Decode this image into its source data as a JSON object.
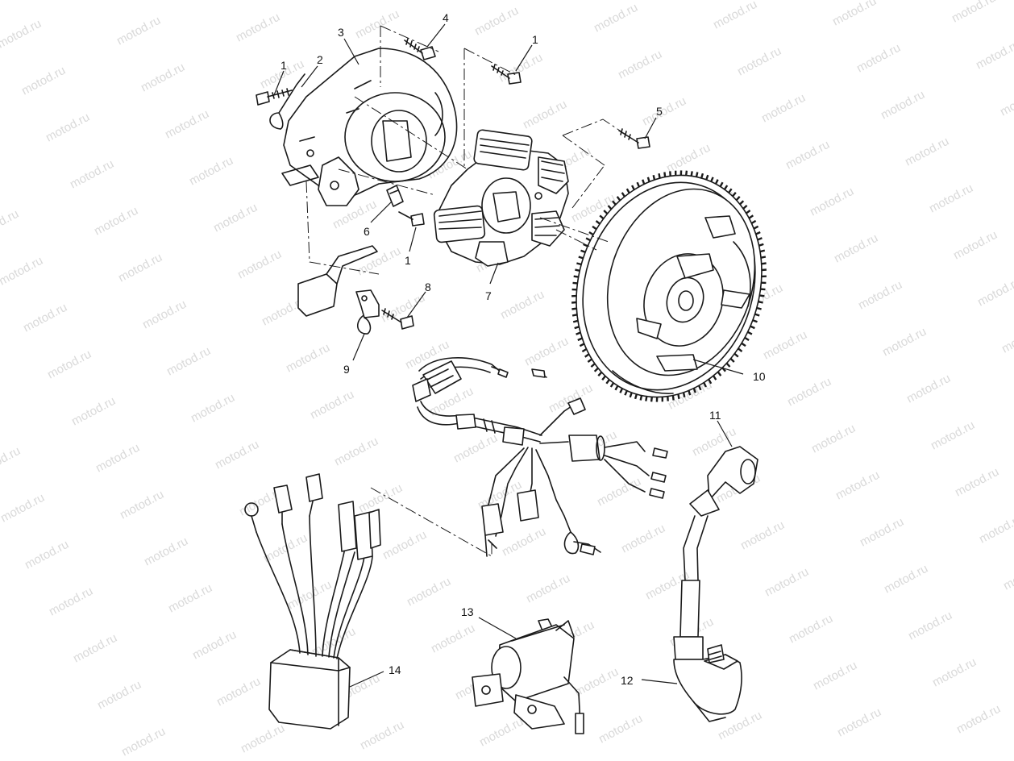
{
  "watermark": {
    "text": "motod.ru",
    "color": "#d9d9d9"
  },
  "ink_color": "#1a1a1a",
  "callouts": {
    "c1a": "1",
    "c2": "2",
    "c3": "3",
    "c4": "4",
    "c1b": "1",
    "c5": "5",
    "c6": "6",
    "c1c": "1",
    "c7": "7",
    "c8": "8",
    "c9": "9",
    "c10": "10",
    "c11": "11",
    "c12": "12",
    "c13": "13",
    "c14": "14"
  },
  "parts": [
    "screw",
    "retainer-clip",
    "stator-plate",
    "screw",
    "screw",
    "screw",
    "wire-clamp",
    "stator-coil",
    "screw",
    "cable-clamp",
    "flywheel",
    "spark-plug-cap",
    "ignition-coil",
    "starter-solenoid",
    "cdi-unit",
    "wiring-harness"
  ]
}
